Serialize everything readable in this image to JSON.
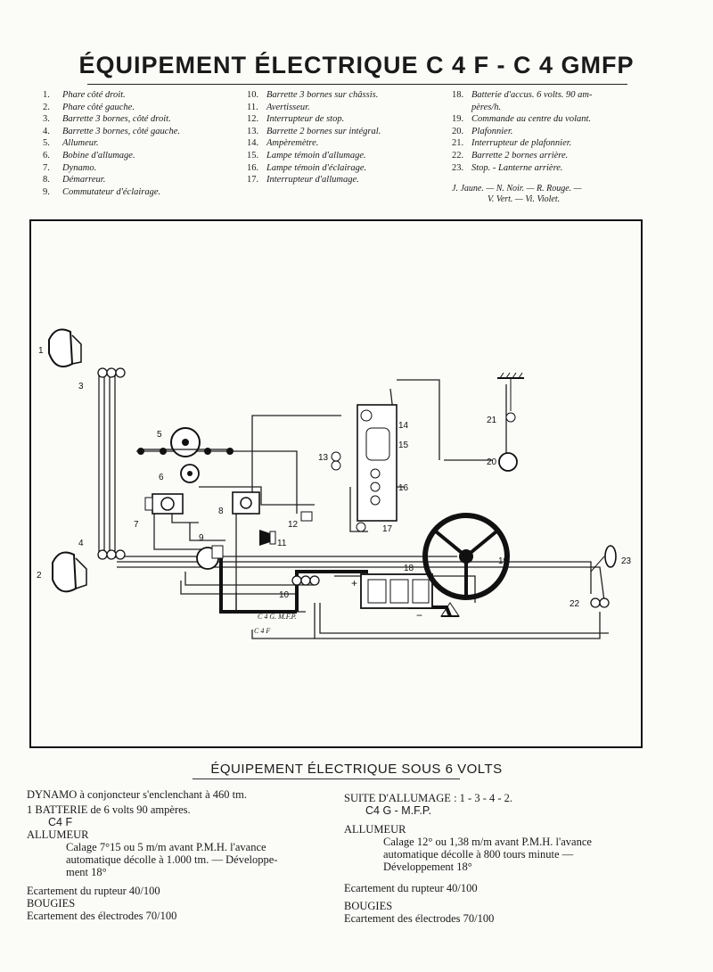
{
  "title": "ÉQUIPEMENT ÉLECTRIQUE C 4 F - C 4 GMFP",
  "legend": {
    "col1": [
      {
        "n": "1.",
        "t": "Phare côté droit."
      },
      {
        "n": "2.",
        "t": "Phare côté gauche."
      },
      {
        "n": "3.",
        "t": "Barrette 3 bornes, côté droit."
      },
      {
        "n": "4.",
        "t": "Barrette 3 bornes, côté gauche."
      },
      {
        "n": "5.",
        "t": "Allumeur."
      },
      {
        "n": "6.",
        "t": "Bobine d'allumage."
      },
      {
        "n": "7.",
        "t": "Dynamo."
      },
      {
        "n": "8.",
        "t": "Démarreur."
      },
      {
        "n": "9.",
        "t": "Commutateur d'éclairage."
      }
    ],
    "col2": [
      {
        "n": "10.",
        "t": "Barrette 3 bornes sur châssis."
      },
      {
        "n": "11.",
        "t": "Avertisseur."
      },
      {
        "n": "12.",
        "t": "Interrupteur de stop."
      },
      {
        "n": "13.",
        "t": "Barrette 2 bornes sur intégral."
      },
      {
        "n": "14.",
        "t": "Ampèremètre."
      },
      {
        "n": "15.",
        "t": "Lampe témoin d'allumage."
      },
      {
        "n": "16.",
        "t": "Lampe témoin d'éclairage."
      },
      {
        "n": "17.",
        "t": "Interrupteur d'allumage."
      }
    ],
    "col3": [
      {
        "n": "18.",
        "t": "Batterie d'accus. 6 volts. 90 am-"
      },
      {
        "n": "",
        "t": "pères/h."
      },
      {
        "n": "19.",
        "t": "Commande au centre du volant."
      },
      {
        "n": "20.",
        "t": "Plafonnier."
      },
      {
        "n": "21.",
        "t": "Interrupteur de plafonnier."
      },
      {
        "n": "22.",
        "t": "Barrette 2 bornes arrière."
      },
      {
        "n": "23.",
        "t": "Stop. - Lanterne arrière."
      }
    ],
    "colors_line1": "J. Jaune. — N. Noir. — R. Rouge. —",
    "colors_line2": "V. Vert. — Vi. Violet."
  },
  "diagram": {
    "labels": {
      "n1": "1",
      "n2": "2",
      "n3": "3",
      "n4": "4",
      "n5": "5",
      "n6": "6",
      "n7": "7",
      "n8": "8",
      "n9": "9",
      "n10": "10",
      "n11": "11",
      "n12": "12",
      "n13": "13",
      "n14": "14",
      "n15": "15",
      "n16": "16",
      "n17": "17",
      "n18": "18",
      "n19": "19",
      "n20": "20",
      "n21": "21",
      "n22": "22",
      "n23": "23",
      "c4g": "C 4 G. M.F.P.",
      "c4f": "C 4 F",
      "plus": "+",
      "minus": "−"
    }
  },
  "spec": {
    "title": "ÉQUIPEMENT ÉLECTRIQUE SOUS 6 VOLTS",
    "left": {
      "l1": "DYNAMO à conjoncteur s'enclenchant à 460 tm.",
      "l2": "1 BATTERIE de 6 volts 90 ampères.",
      "l3": "C4 F",
      "l4": "ALLUMEUR",
      "l5": "Calage 7°15 ou 5 m/m avant P.M.H. l'avance",
      "l6": "automatique décolle à 1.000 tm. — Développe-",
      "l7": "ment 18°",
      "l8": "Ecartement du rupteur 40/100",
      "l9": "BOUGIES",
      "l10": "Ecartement des électrodes 70/100"
    },
    "right": {
      "l1": "SUITE D'ALLUMAGE : 1 - 3 - 4 - 2.",
      "l2": "C4 G - M.F.P.",
      "l3": "ALLUMEUR",
      "l4": "Calage 12° ou 1,38 m/m avant P.M.H. l'avance",
      "l5": "automatique décolle à 800 tours minute —",
      "l6": "Développement 18°",
      "l7": "Ecartement du rupteur 40/100",
      "l8": "BOUGIES",
      "l9": "Ecartement des électrodes 70/100"
    }
  }
}
